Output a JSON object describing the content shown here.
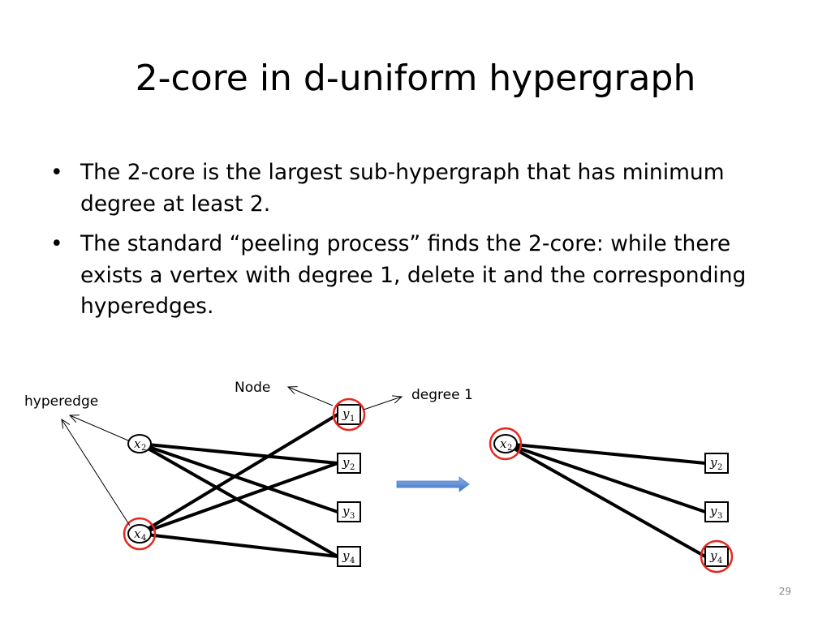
{
  "title": "2-core in d-uniform hypergraph",
  "bullets": [
    {
      "marker": "•",
      "text": "The 2-core is the largest sub-hypergraph that has minimum degree at least 2."
    },
    {
      "marker": "•",
      "text": "The standard “peeling process” finds the 2-core: while there exists a vertex with degree 1, delete it and the corresponding hyperedges."
    }
  ],
  "figure": {
    "labels": {
      "hyperedge": "hyperedge",
      "node": "Node",
      "degree": "degree 1"
    },
    "before": {
      "x_nodes": [
        "x2",
        "x4"
      ],
      "y_nodes": [
        "y1",
        "y2",
        "y3",
        "y4"
      ],
      "edges": [
        [
          "x2",
          "y2"
        ],
        [
          "x2",
          "y3"
        ],
        [
          "x2",
          "y4"
        ],
        [
          "x4",
          "y1"
        ],
        [
          "x4",
          "y2"
        ],
        [
          "x4",
          "y4"
        ]
      ],
      "highlighted": [
        "x4",
        "y1"
      ]
    },
    "after": {
      "x_nodes": [
        "x2"
      ],
      "y_nodes": [
        "y2",
        "y3",
        "y4"
      ],
      "edges": [
        [
          "x2",
          "y2"
        ],
        [
          "x2",
          "y3"
        ],
        [
          "x2",
          "y4"
        ]
      ],
      "highlighted": [
        "x2",
        "y4"
      ]
    },
    "colors": {
      "highlight": "#e8281f",
      "arrow": "#4a7fcf",
      "edge": "#000000"
    }
  },
  "slide_number": "29"
}
